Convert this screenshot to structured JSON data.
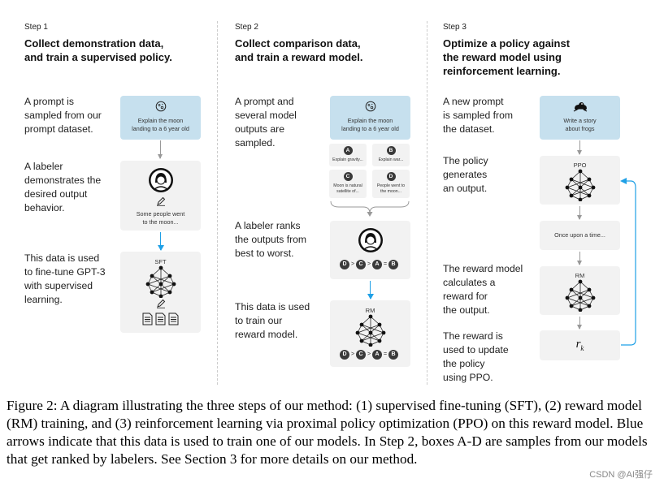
{
  "steps": [
    {
      "label": "Step 1",
      "title_lines": [
        "Collect demonstration data,",
        "and train a supervised policy."
      ],
      "descs": [
        [
          "A prompt is",
          "sampled from our",
          "prompt dataset."
        ],
        [
          "A labeler",
          "demonstrates the",
          "desired output",
          "behavior."
        ],
        [
          "This data is used",
          "to fine-tune GPT-3",
          "with supervised",
          "learning."
        ]
      ],
      "prompt_box": [
        "Explain the moon",
        "landing to a 6 year old"
      ],
      "demo_text": [
        "Some people went",
        "to the moon..."
      ],
      "model_label": "SFT"
    },
    {
      "label": "Step 2",
      "title_lines": [
        "Collect comparison data,",
        "and train a reward model."
      ],
      "descs": [
        [
          "A prompt and",
          "several model",
          "outputs are",
          "sampled."
        ],
        [
          "A labeler ranks",
          "the outputs from",
          "best to worst."
        ],
        [
          "This data is used",
          "to train our",
          "reward model."
        ]
      ],
      "prompt_box": [
        "Explain the moon",
        "landing to a 6 year old"
      ],
      "samples": [
        {
          "letter": "A",
          "text": [
            "Explain gravity..."
          ]
        },
        {
          "letter": "B",
          "text": [
            "Explain war..."
          ]
        },
        {
          "letter": "C",
          "text": [
            "Moon is natural",
            "satellite of..."
          ]
        },
        {
          "letter": "D",
          "text": [
            "People went to",
            "the moon..."
          ]
        }
      ],
      "ranking": [
        "D",
        ">",
        "C",
        ">",
        "A",
        "=",
        "B"
      ],
      "model_label": "RM"
    },
    {
      "label": "Step 3",
      "title_lines": [
        "Optimize a policy against",
        "the reward model using",
        "reinforcement learning."
      ],
      "descs": [
        [
          "A new prompt",
          "is sampled from",
          "the dataset."
        ],
        [
          "The policy",
          "generates",
          "an output."
        ],
        [
          "The reward model",
          "calculates a",
          "reward for",
          "the output."
        ],
        [
          "The reward is",
          "used to update",
          "the policy",
          "using PPO."
        ]
      ],
      "prompt_box": [
        "Write a story",
        "about frogs"
      ],
      "policy_label": "PPO",
      "output_text": "Once upon a time...",
      "model_label": "RM",
      "reward_symbol": "r",
      "reward_sub": "k"
    }
  ],
  "caption": "Figure 2: A diagram illustrating the three steps of our method: (1) supervised fine-tuning (SFT), (2) reward model (RM) training, and (3) reinforcement learning via proximal policy optimization (PPO) on this reward model. Blue arrows indicate that this data is used to train one of our models. In Step 2, boxes A-D are samples from our models that get ranked by labelers. See Section 3 for more details on our method.",
  "watermark": "CSDN @AI强仔",
  "colors": {
    "accent_blue": "#1fa0e6",
    "prompt_box": "#c6e0ee",
    "gray_box": "#f2f2f2"
  }
}
